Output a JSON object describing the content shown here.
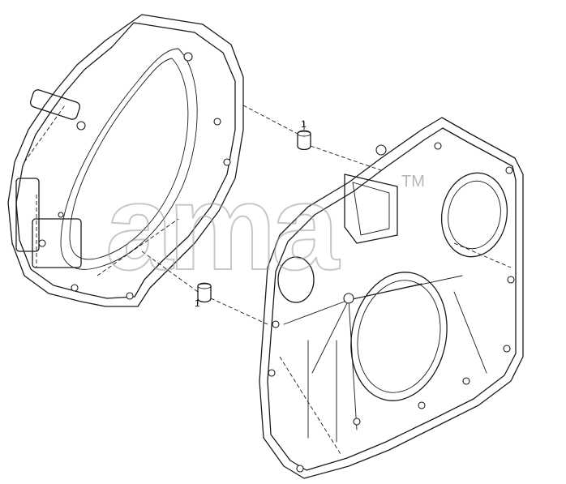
{
  "callouts": {
    "upper_dowel": "1",
    "lower_dowel": "1"
  },
  "watermark": {
    "text": "ama",
    "trademark": "TM"
  },
  "colors": {
    "line": "#1a1a1a",
    "watermark": "#9a9a9a",
    "background": "#ffffff"
  }
}
